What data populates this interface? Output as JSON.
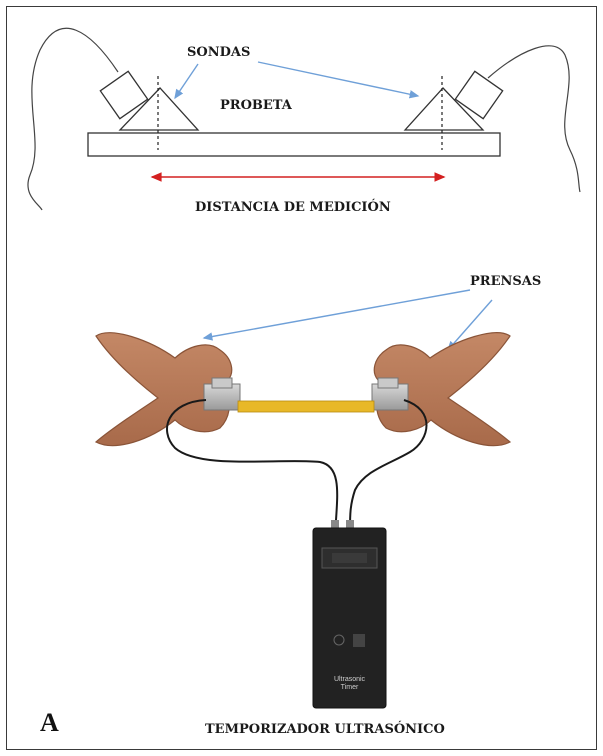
{
  "labels": {
    "sondas": "SONDAS",
    "probeta": "PROBETA",
    "distancia": "DISTANCIA DE MEDICIÓN",
    "prensas": "PRENSAS",
    "temporizador": "TEMPORIZADOR ULTRASÓNICO",
    "panel": "A"
  },
  "device": {
    "brand_line1": "Ultrasonic",
    "brand_line2": "Timer"
  },
  "colors": {
    "clamp": "#b5785a",
    "clamp_stroke": "#8a5438",
    "specimen": "#e8b828",
    "arrow_blue": "#6fa0d8",
    "arrow_red": "#d42020",
    "device": "#222222"
  }
}
